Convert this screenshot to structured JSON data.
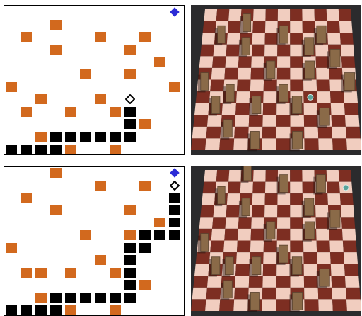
{
  "colors": {
    "obstacle": "#d2691e",
    "path": "#000000",
    "goal": "#2b2bd6",
    "agent": "#000000",
    "board_light": "#f1cdbf",
    "board_dark": "#7d2e22",
    "crate": "#8a6a48",
    "background": "#2b2b2d"
  },
  "icons": {
    "goal": "blue-diamond-icon",
    "agent": "hollow-diamond-icon"
  },
  "episodes": [
    {
      "name": "top",
      "obstacles": [
        [
          3,
          1
        ],
        [
          1,
          2
        ],
        [
          6,
          2
        ],
        [
          9,
          2
        ],
        [
          3,
          3
        ],
        [
          8,
          3
        ],
        [
          10,
          4
        ],
        [
          5,
          5
        ],
        [
          8,
          5
        ],
        [
          0,
          6
        ],
        [
          11,
          6
        ],
        [
          2,
          7
        ],
        [
          6,
          7
        ],
        [
          1,
          8
        ],
        [
          4,
          8
        ],
        [
          7,
          8
        ],
        [
          9,
          9
        ],
        [
          2,
          10
        ],
        [
          4,
          11
        ],
        [
          7,
          11
        ]
      ],
      "path": [
        [
          8,
          8
        ],
        [
          8,
          9
        ],
        [
          8,
          10
        ],
        [
          7,
          10
        ],
        [
          6,
          10
        ],
        [
          5,
          10
        ],
        [
          4,
          10
        ],
        [
          3,
          10
        ],
        [
          3,
          11
        ],
        [
          2,
          11
        ],
        [
          1,
          11
        ],
        [
          0,
          11
        ]
      ],
      "goal": [
        11,
        0
      ],
      "agent": [
        8,
        7
      ]
    },
    {
      "name": "bottom",
      "obstacles": [
        [
          3,
          0
        ],
        [
          1,
          2
        ],
        [
          6,
          1
        ],
        [
          9,
          1
        ],
        [
          3,
          3
        ],
        [
          8,
          3
        ],
        [
          10,
          4
        ],
        [
          5,
          5
        ],
        [
          8,
          5
        ],
        [
          0,
          6
        ],
        [
          2,
          8
        ],
        [
          6,
          7
        ],
        [
          1,
          8
        ],
        [
          4,
          8
        ],
        [
          7,
          8
        ],
        [
          9,
          9
        ],
        [
          2,
          10
        ],
        [
          4,
          11
        ],
        [
          7,
          11
        ]
      ],
      "path": [
        [
          11,
          2
        ],
        [
          11,
          3
        ],
        [
          11,
          4
        ],
        [
          11,
          5
        ],
        [
          10,
          5
        ],
        [
          9,
          5
        ],
        [
          9,
          6
        ],
        [
          8,
          6
        ],
        [
          8,
          7
        ],
        [
          8,
          8
        ],
        [
          8,
          9
        ],
        [
          8,
          10
        ],
        [
          7,
          10
        ],
        [
          6,
          10
        ],
        [
          5,
          10
        ],
        [
          4,
          10
        ],
        [
          3,
          10
        ],
        [
          3,
          11
        ],
        [
          2,
          11
        ],
        [
          1,
          11
        ],
        [
          0,
          11
        ]
      ],
      "goal": [
        11,
        0
      ],
      "agent": [
        11,
        1
      ]
    }
  ]
}
